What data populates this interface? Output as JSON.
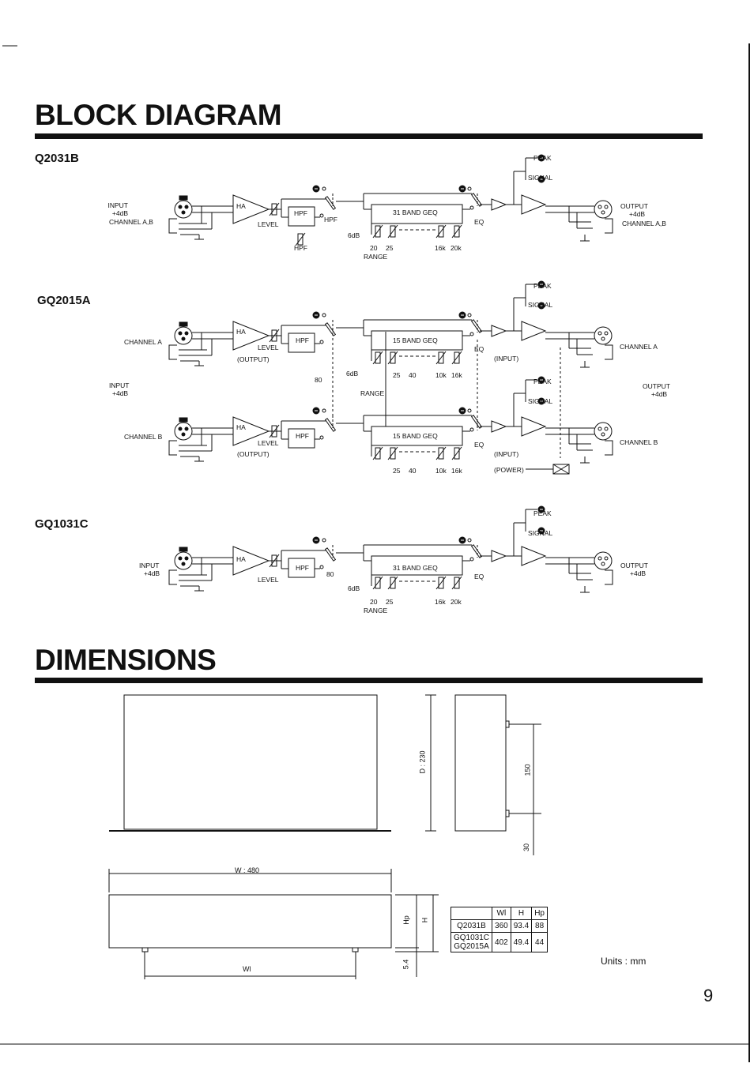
{
  "headings": {
    "block_diagram": "BLOCK DIAGRAM",
    "dimensions": "DIMENSIONS"
  },
  "q2031b": {
    "model": "Q2031B",
    "input": "INPUT",
    "input_level": "+4dB",
    "input_channel": "CHANNEL A,B",
    "ha": "HA",
    "level": "LEVEL",
    "hpf_box": "HPF",
    "hpf_switch": "HPF",
    "hpf_knob": "HPF",
    "geq": "31 BAND GEQ",
    "eq": "EQ",
    "range_db": "6dB",
    "range": "RANGE",
    "bands": [
      "20",
      "25",
      "16k",
      "20k"
    ],
    "peak": "PEAK",
    "signal": "SIGNAL",
    "output": "OUTPUT",
    "output_level": "+4dB",
    "output_channel": "CHANNEL A,B"
  },
  "gq2015a": {
    "model": "GQ2015A",
    "channel_a": "CHANNEL A",
    "channel_b": "CHANNEL B",
    "input": "INPUT",
    "input_level": "+4dB",
    "ha": "HA",
    "level": "LEVEL",
    "output_tap": "(OUTPUT)",
    "hpf_box": "HPF",
    "hpf_freq": "80",
    "geq": "15 BAND GEQ",
    "eq": "EQ",
    "range_db": "6dB",
    "range": "RANGE",
    "bands": [
      "25",
      "40",
      "10k",
      "16k"
    ],
    "input_tap": "(INPUT)",
    "power": "(POWER)",
    "peak": "PEAK",
    "signal": "SIGNAL",
    "output": "OUTPUT",
    "output_level": "+4dB",
    "out_channel_a": "CHANNEL A",
    "out_channel_b": "CHANNEL B"
  },
  "gq1031c": {
    "model": "GQ1031C",
    "input": "INPUT",
    "input_level": "+4dB",
    "ha": "HA",
    "level": "LEVEL",
    "hpf_box": "HPF",
    "hpf_freq": "80",
    "geq": "31 BAND GEQ",
    "eq": "EQ",
    "range_db": "6dB",
    "range": "RANGE",
    "bands": [
      "20",
      "25",
      "16k",
      "20k"
    ],
    "peak": "PEAK",
    "signal": "SIGNAL",
    "output": "OUTPUT",
    "output_level": "+4dB"
  },
  "dimensions": {
    "depth": "D : 230",
    "rack_150": "150",
    "rack_30": "30",
    "width": "W : 480",
    "wl": "Wl",
    "hp": "Hp",
    "h": "H",
    "foot": "5.4",
    "table": {
      "headers": [
        "",
        "Wl",
        "H",
        "Hp"
      ],
      "rows": [
        [
          "Q2031B",
          "360",
          "93.4",
          "88"
        ],
        [
          "GQ1031C\nGQ2015A",
          "402",
          "49.4",
          "44"
        ]
      ]
    },
    "units": "Units : mm"
  },
  "page_number": "9"
}
